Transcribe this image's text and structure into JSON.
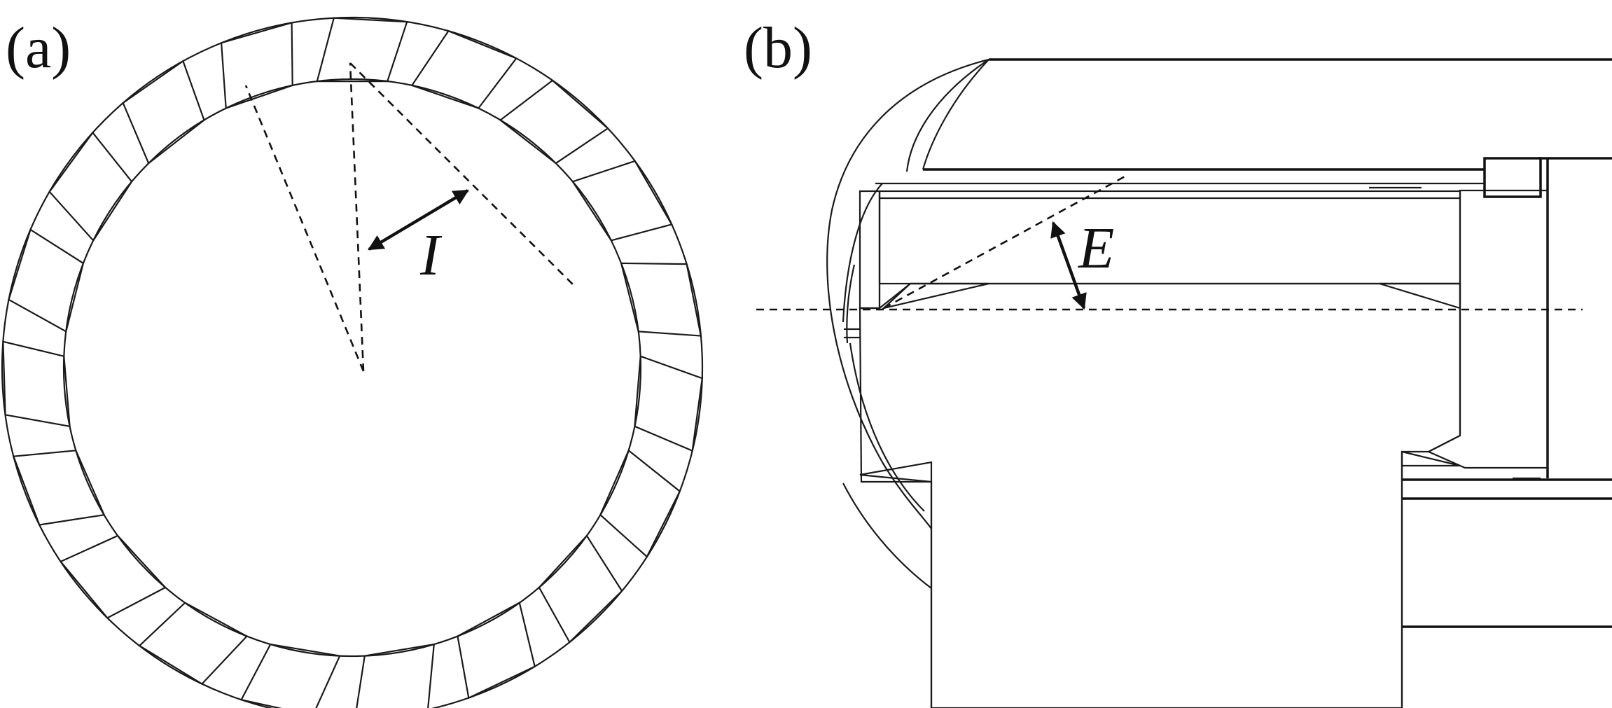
{
  "panels": [
    {
      "id": "a",
      "label": "(a)",
      "dimension_label": "I"
    },
    {
      "id": "b",
      "label": "(b)",
      "dimension_label": "E"
    }
  ]
}
